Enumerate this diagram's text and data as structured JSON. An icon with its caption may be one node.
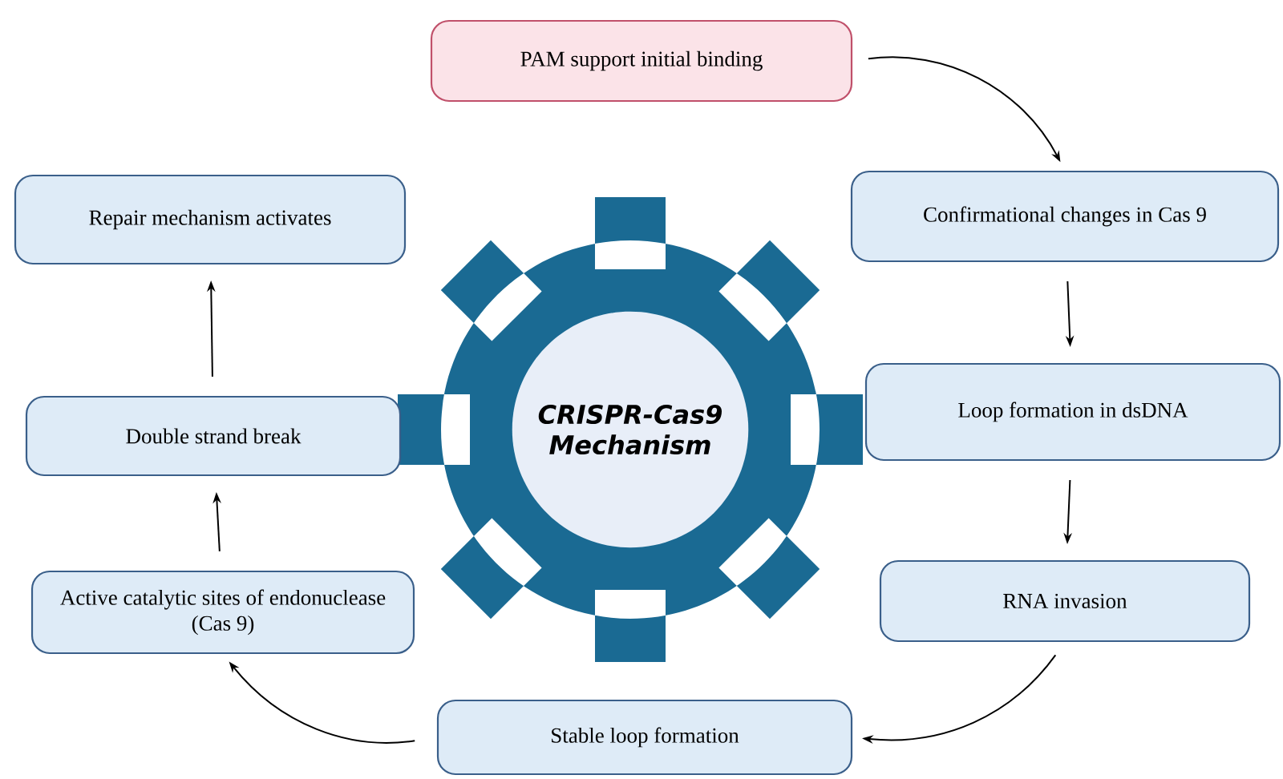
{
  "diagram": {
    "nodes": [
      {
        "text": [
          "PAM support initial binding"
        ]
      },
      {
        "text": [
          "Confirmational changes in Cas 9"
        ]
      },
      {
        "text": [
          "Loop formation in dsDNA"
        ]
      },
      {
        "text": [
          "RNA invasion"
        ]
      },
      {
        "text": [
          "Stable loop formation"
        ]
      },
      {
        "text": [
          "Active catalytic sites of endonuclease (Cas 9)"
        ]
      },
      {
        "text": [
          "Double strand break"
        ]
      },
      {
        "text": [
          "Repair mechanism activates"
        ]
      },
      {
        "text": [
          "CRISPR-Cas9 Mechanism"
        ]
      }
    ],
    "edges": [
      {
        "from": 0,
        "to": 1,
        "arrow": "to"
      },
      {
        "from": 1,
        "to": 2,
        "arrow": "to"
      },
      {
        "from": 2,
        "to": 3,
        "arrow": "to"
      },
      {
        "from": 3,
        "to": 4,
        "arrow": "to"
      },
      {
        "from": 4,
        "to": 5,
        "arrow": "to"
      },
      {
        "from": 5,
        "to": 6,
        "arrow": "to"
      },
      {
        "from": 6,
        "to": 7,
        "arrow": "to"
      }
    ]
  }
}
